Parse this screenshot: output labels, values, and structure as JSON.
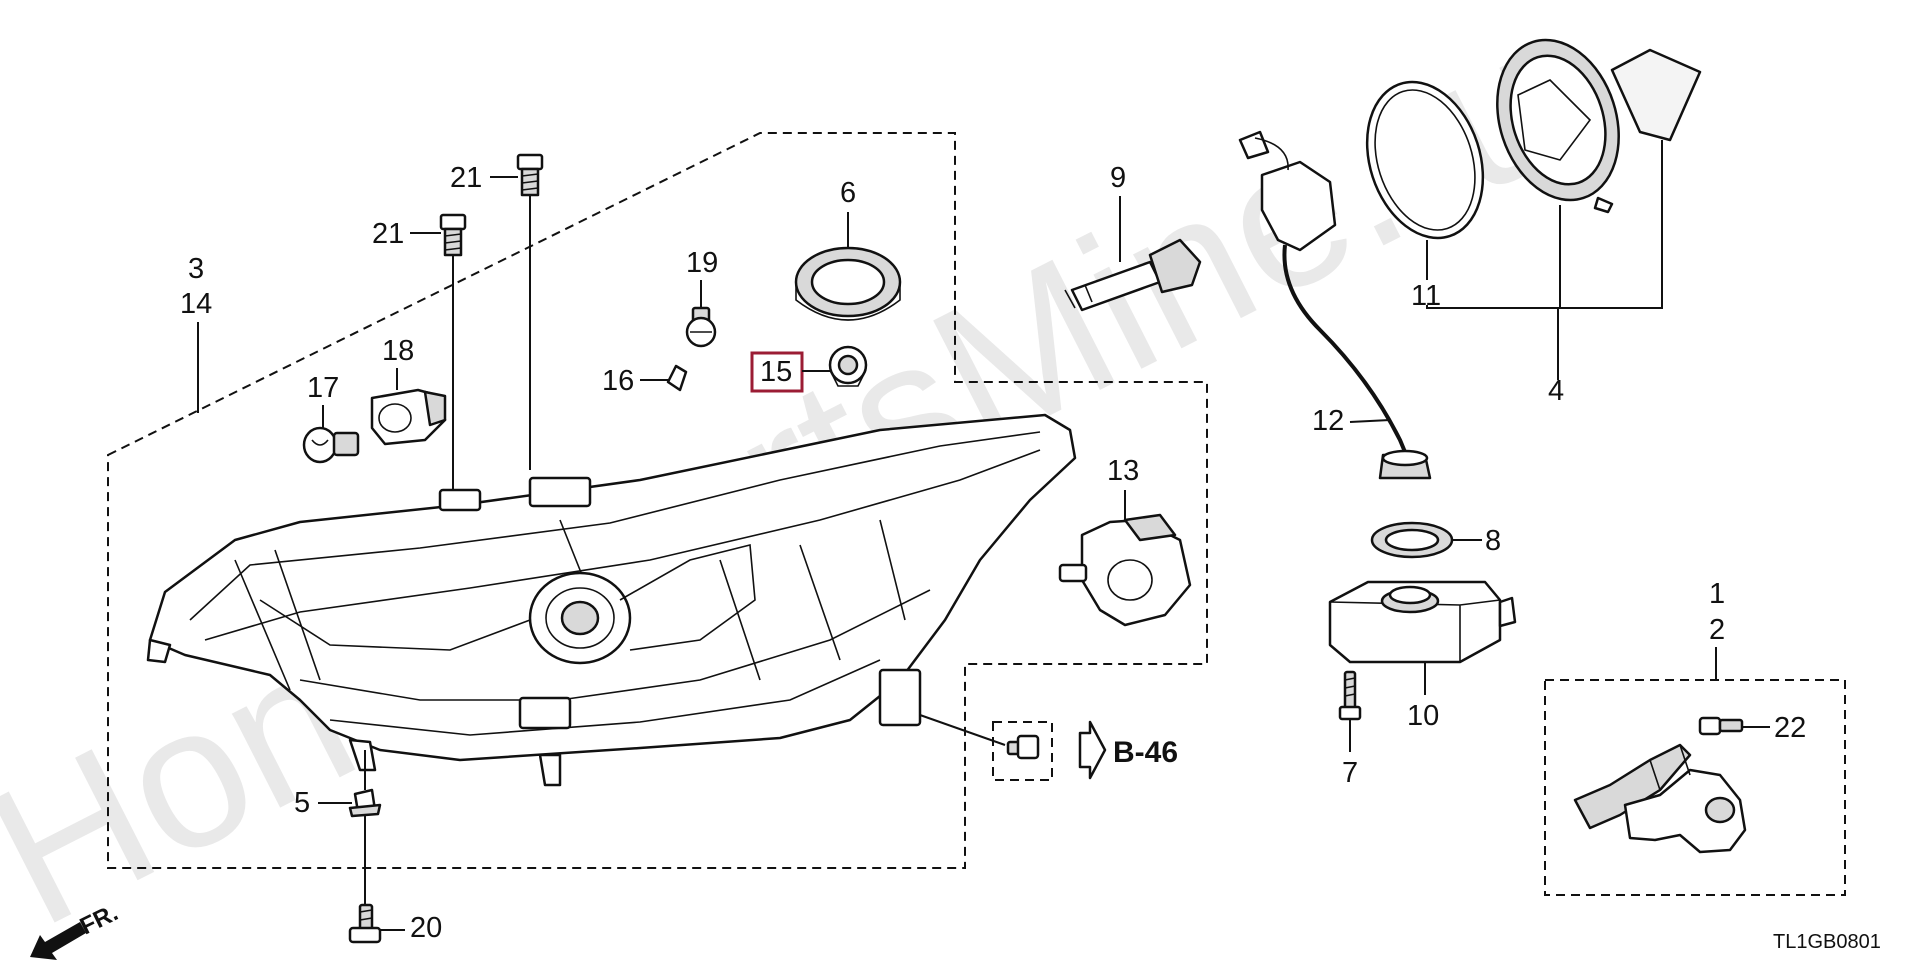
{
  "watermark": "HondaPartsMine.ru",
  "labels": {
    "l1": "1",
    "l2": "2",
    "l3": "3",
    "l14": "14",
    "l4": "4",
    "l5": "5",
    "l6": "6",
    "l7": "7",
    "l8": "8",
    "l9": "9",
    "l10": "10",
    "l11": "11",
    "l12": "12",
    "l13": "13",
    "l15": "15",
    "l16": "16",
    "l17": "17",
    "l18": "18",
    "l19": "19",
    "l20": "20",
    "l21a": "21",
    "l21b": "21",
    "l22": "22"
  },
  "reference": "B-46",
  "direction": "FR.",
  "diagram_code": "TL1GB0801",
  "highlight_color": "#9b1c34"
}
